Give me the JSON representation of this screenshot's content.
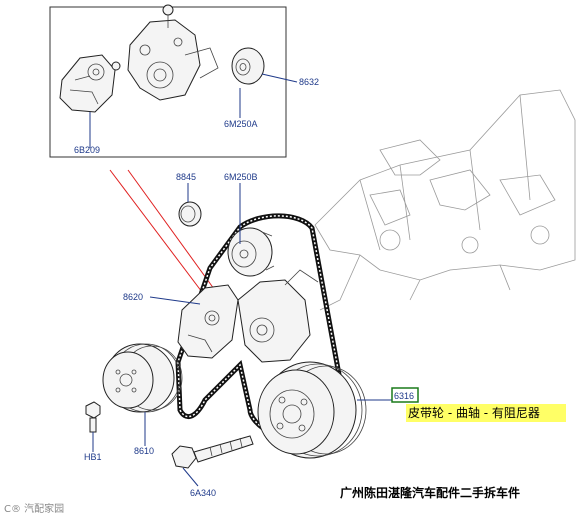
{
  "labels": {
    "p8632": "8632",
    "p6B209": "6B209",
    "p6M250A": "6M250A",
    "p8845": "8845",
    "p6M250B": "6M250B",
    "p8620": "8620",
    "p6316": "6316",
    "pHB1": "HB1",
    "p8610": "8610",
    "p6A340": "6A340"
  },
  "callout": {
    "text": "皮带轮 - 曲轴 - 有阻尼器",
    "color": "#ffff66"
  },
  "watermark": {
    "right_text": "广州陈田湛隆汽车配件二手拆车件",
    "left_text": "C® 汽配家园"
  },
  "colors": {
    "label": "#1f3a8a",
    "guide_lines": "#e02020",
    "highlight": "#ffff66",
    "callout_border": "#1a7a1a"
  }
}
